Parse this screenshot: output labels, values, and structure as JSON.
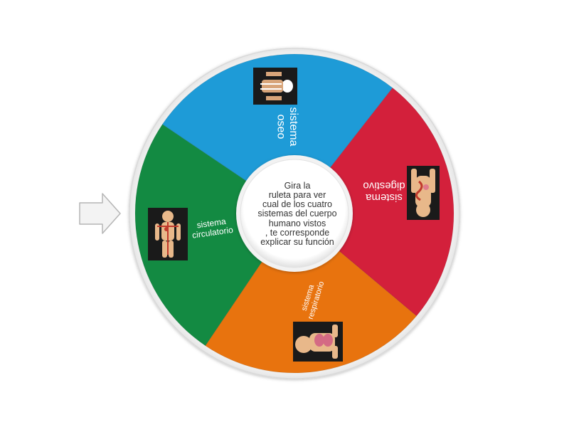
{
  "wheel": {
    "center_text_lines": [
      "Gira la",
      "ruleta para ver",
      "cual de los cuatro",
      "sistemas del cuerpo",
      "humano vistos",
      ", te corresponde",
      "explicar su función"
    ],
    "segments": [
      {
        "id": "oseo",
        "label_lines": [
          "sistema",
          "oseo"
        ],
        "color": "#1E9BD7",
        "icon": "skeleton-icon"
      },
      {
        "id": "digestivo",
        "label_lines": [
          "sistema",
          "digestivo"
        ],
        "color": "#D3203B",
        "icon": "digestive-system-icon"
      },
      {
        "id": "respiratorio",
        "label_lines": [
          "sistema",
          "respiratorio"
        ],
        "color": "#E8730E",
        "icon": "respiratory-system-icon"
      },
      {
        "id": "circulatorio",
        "label_lines": [
          "sistema",
          "circulatorio"
        ],
        "color": "#138A42",
        "icon": "circulatory-system-icon"
      }
    ],
    "pointer_icon": "arrow-right-icon"
  }
}
